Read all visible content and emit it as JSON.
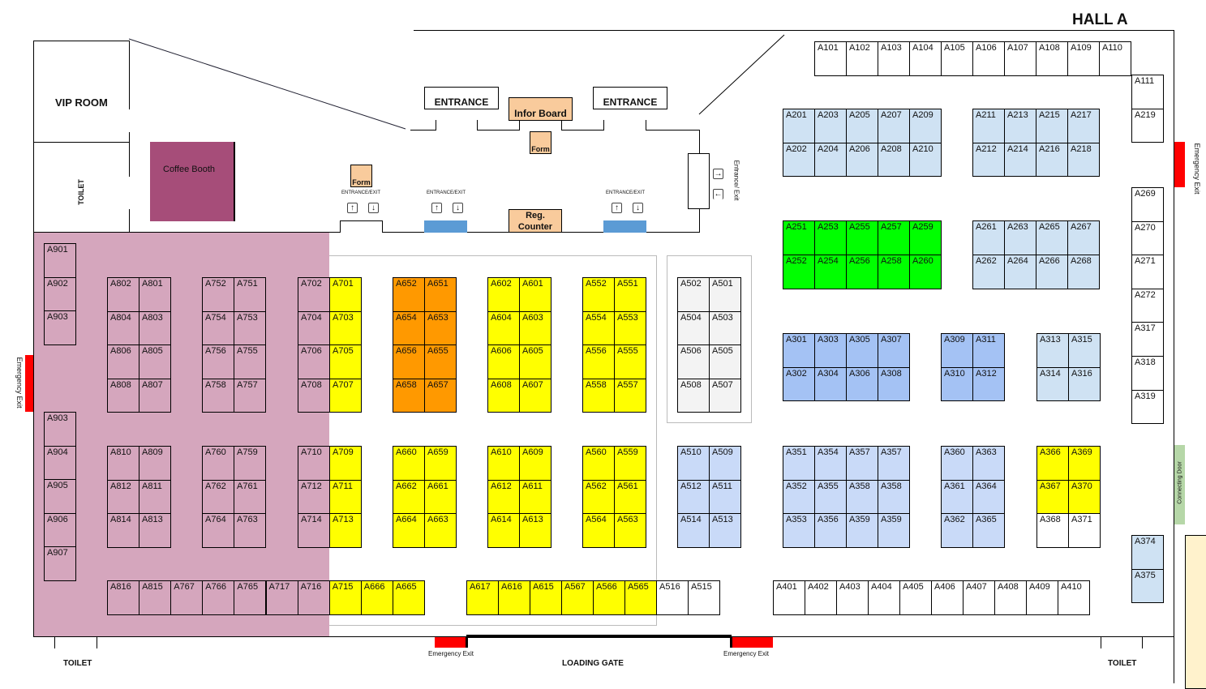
{
  "title": "HALL A",
  "rooms": {
    "vip_room": "VIP ROOM",
    "toilet_left_vertical": "TOILET",
    "coffee_booth": "Coffee Booth",
    "entrance_1": "ENTRANCE",
    "entrance_2": "ENTRANCE",
    "infor_board": "Infor Board",
    "form_1": "Form",
    "form_2": "Form",
    "reg_counter": "Reg. Counter",
    "entrance_exit_1": "ENTRANCE/EXIT",
    "entrance_exit_2": "ENTRANCE/EXIT",
    "entrance_exit_3": "ENTRANCE/EXIT",
    "entrance_exit_side": "Entrance/ Exit",
    "emergency_exit_left": "Emergency Exit",
    "emergency_exit_right": "Emergency Exit",
    "emergency_exit_bottom_1": "Emergency Exit",
    "emergency_exit_bottom_2": "Emergency Exit",
    "connecting_door": "Connecting Door",
    "toilet_bottom_left": "TOILET",
    "toilet_bottom_right": "TOILET",
    "loading_gate": "LOADING GATE"
  },
  "colors": {
    "pink_zone": "#d5a6bd",
    "coffee": "#a64d79",
    "peach": "#f9cb9c",
    "yellow": "#ffff00",
    "orange": "#ff9900",
    "green": "#00ff00",
    "light_blue": "#cfe2f3",
    "pale_blue": "#c9daf8",
    "mid_blue": "#a4c2f4",
    "grey": "#f3f3f3",
    "white": "#ffffff",
    "red": "#ff0000",
    "door_green": "#b6d7a8",
    "cream": "#fff2cc",
    "strip_blue": "#5b9bd5"
  },
  "blocks": [
    {
      "id": "a100",
      "color": "white",
      "rows": [
        [
          "A101",
          "A102",
          "A103",
          "A104",
          "A105",
          "A106",
          "A107",
          "A108",
          "A109",
          "A110"
        ]
      ]
    },
    {
      "id": "a111",
      "color": "white",
      "rows": [
        [
          "A111"
        ],
        [
          "A219"
        ]
      ]
    },
    {
      "id": "a269",
      "color": "white",
      "rows": [
        [
          "A269"
        ],
        [
          "A270"
        ],
        [
          "A271"
        ],
        [
          "A272"
        ],
        [
          "A317"
        ],
        [
          "A318"
        ],
        [
          "A319"
        ]
      ]
    },
    {
      "id": "a374",
      "color": "light_blue",
      "rows": [
        [
          "A374"
        ],
        [
          "A375"
        ]
      ]
    },
    {
      "id": "a201",
      "color": "light_blue",
      "rows": [
        [
          "A201",
          "A203",
          "A205",
          "A207",
          "A209"
        ],
        [
          "A202",
          "A204",
          "A206",
          "A208",
          "A210"
        ]
      ]
    },
    {
      "id": "a211",
      "color": "light_blue",
      "rows": [
        [
          "A211",
          "A213",
          "A215",
          "A217"
        ],
        [
          "A212",
          "A214",
          "A216",
          "A218"
        ]
      ]
    },
    {
      "id": "a251",
      "color": "green",
      "rows": [
        [
          "A251",
          "A253",
          "A255",
          "A257",
          "A259"
        ],
        [
          "A252",
          "A254",
          "A256",
          "A258",
          "A260"
        ]
      ]
    },
    {
      "id": "a261",
      "color": "light_blue",
      "rows": [
        [
          "A261",
          "A263",
          "A265",
          "A267"
        ],
        [
          "A262",
          "A264",
          "A266",
          "A268"
        ]
      ]
    },
    {
      "id": "a301",
      "color": "mid_blue",
      "rows": [
        [
          "A301",
          "A303",
          "A305",
          "A307"
        ],
        [
          "A302",
          "A304",
          "A306",
          "A308"
        ]
      ]
    },
    {
      "id": "a309",
      "color": "mid_blue",
      "rows": [
        [
          "A309",
          "A311"
        ],
        [
          "A310",
          "A312"
        ]
      ]
    },
    {
      "id": "a313",
      "color": "light_blue",
      "rows": [
        [
          "A313",
          "A315"
        ],
        [
          "A314",
          "A316"
        ]
      ]
    },
    {
      "id": "a351",
      "color": "pale_blue",
      "rows": [
        [
          "A351",
          "A354",
          "A357",
          "A357"
        ],
        [
          "A352",
          "A355",
          "A358",
          "A358"
        ],
        [
          "A353",
          "A356",
          "A359",
          "A359"
        ]
      ]
    },
    {
      "id": "a360",
      "color": "pale_blue",
      "rows": [
        [
          "A360",
          "A363"
        ],
        [
          "A361",
          "A364"
        ],
        [
          "A362",
          "A365"
        ]
      ]
    },
    {
      "id": "a366",
      "color": "yellow",
      "row_colors": [
        "yellow",
        "yellow",
        "white"
      ],
      "rows": [
        [
          "A366",
          "A369"
        ],
        [
          "A367",
          "A370"
        ],
        [
          "A368",
          "A371"
        ]
      ]
    },
    {
      "id": "a401",
      "color": "white",
      "rows": [
        [
          "A401",
          "A402",
          "A403",
          "A404",
          "A405",
          "A406",
          "A407",
          "A408",
          "A409",
          "A410"
        ]
      ]
    },
    {
      "id": "a901",
      "color": "pink_zone",
      "rows": [
        [
          "A901"
        ],
        [
          "A902"
        ],
        [
          "A903"
        ]
      ]
    },
    {
      "id": "a903b",
      "color": "pink_zone",
      "rows": [
        [
          "A903"
        ],
        [
          "A904"
        ],
        [
          "A905"
        ],
        [
          "A906"
        ],
        [
          "A907"
        ]
      ]
    },
    {
      "id": "a802",
      "color": "pink_zone",
      "rows": [
        [
          "A802",
          "A801"
        ],
        [
          "A804",
          "A803"
        ],
        [
          "A806",
          "A805"
        ],
        [
          "A808",
          "A807"
        ]
      ]
    },
    {
      "id": "a810",
      "color": "pink_zone",
      "rows": [
        [
          "A810",
          "A809"
        ],
        [
          "A812",
          "A811"
        ],
        [
          "A814",
          "A813"
        ]
      ]
    },
    {
      "id": "a752",
      "color": "pink_zone",
      "rows": [
        [
          "A752",
          "A751"
        ],
        [
          "A754",
          "A753"
        ],
        [
          "A756",
          "A755"
        ],
        [
          "A758",
          "A757"
        ]
      ]
    },
    {
      "id": "a760",
      "color": "pink_zone",
      "rows": [
        [
          "A760",
          "A759"
        ],
        [
          "A762",
          "A761"
        ],
        [
          "A764",
          "A763"
        ]
      ]
    },
    {
      "id": "a702",
      "color": "pink_zone",
      "col_colors": [
        "pink_zone",
        "yellow"
      ],
      "rows": [
        [
          "A702",
          "A701"
        ],
        [
          "A704",
          "A703"
        ],
        [
          "A706",
          "A705"
        ],
        [
          "A708",
          "A707"
        ]
      ]
    },
    {
      "id": "a710",
      "color": "pink_zone",
      "col_colors": [
        "pink_zone",
        "yellow"
      ],
      "rows": [
        [
          "A710",
          "A709"
        ],
        [
          "A712",
          "A711"
        ],
        [
          "A714",
          "A713"
        ]
      ]
    },
    {
      "id": "a816",
      "color": "pink_zone",
      "col_colors": [
        "pink_zone",
        "pink_zone",
        "pink_zone",
        "pink_zone",
        "pink_zone",
        "pink_zone",
        "pink_zone",
        "yellow",
        "yellow",
        "yellow"
      ],
      "rows": [
        [
          "A816",
          "A815",
          "A767",
          "A766",
          "A765",
          "A717",
          "A716",
          "A715",
          "A666",
          "A665"
        ]
      ]
    },
    {
      "id": "a652",
      "color": "orange",
      "rows": [
        [
          "A652",
          "A651"
        ],
        [
          "A654",
          "A653"
        ],
        [
          "A656",
          "A655"
        ],
        [
          "A658",
          "A657"
        ]
      ]
    },
    {
      "id": "a660",
      "color": "yellow",
      "rows": [
        [
          "A660",
          "A659"
        ],
        [
          "A662",
          "A661"
        ],
        [
          "A664",
          "A663"
        ]
      ]
    },
    {
      "id": "a602",
      "color": "yellow",
      "rows": [
        [
          "A602",
          "A601"
        ],
        [
          "A604",
          "A603"
        ],
        [
          "A606",
          "A605"
        ],
        [
          "A608",
          "A607"
        ]
      ]
    },
    {
      "id": "a610",
      "color": "yellow",
      "rows": [
        [
          "A610",
          "A609"
        ],
        [
          "A612",
          "A611"
        ],
        [
          "A614",
          "A613"
        ]
      ]
    },
    {
      "id": "a552",
      "color": "yellow",
      "rows": [
        [
          "A552",
          "A551"
        ],
        [
          "A554",
          "A553"
        ],
        [
          "A556",
          "A555"
        ],
        [
          "A558",
          "A557"
        ]
      ]
    },
    {
      "id": "a560",
      "color": "yellow",
      "rows": [
        [
          "A560",
          "A559"
        ],
        [
          "A562",
          "A561"
        ],
        [
          "A564",
          "A563"
        ]
      ]
    },
    {
      "id": "a502",
      "color": "grey",
      "rows": [
        [
          "A502",
          "A501"
        ],
        [
          "A504",
          "A503"
        ],
        [
          "A506",
          "A505"
        ],
        [
          "A508",
          "A507"
        ]
      ]
    },
    {
      "id": "a510",
      "color": "pale_blue",
      "rows": [
        [
          "A510",
          "A509"
        ],
        [
          "A512",
          "A511"
        ],
        [
          "A514",
          "A513"
        ]
      ]
    },
    {
      "id": "a617",
      "color": "yellow",
      "col_colors": [
        "yellow",
        "yellow",
        "yellow",
        "yellow",
        "yellow",
        "yellow",
        "white",
        "white"
      ],
      "rows": [
        [
          "A617",
          "A616",
          "A615",
          "A567",
          "A566",
          "A565",
          "A516",
          "A515"
        ]
      ]
    }
  ]
}
